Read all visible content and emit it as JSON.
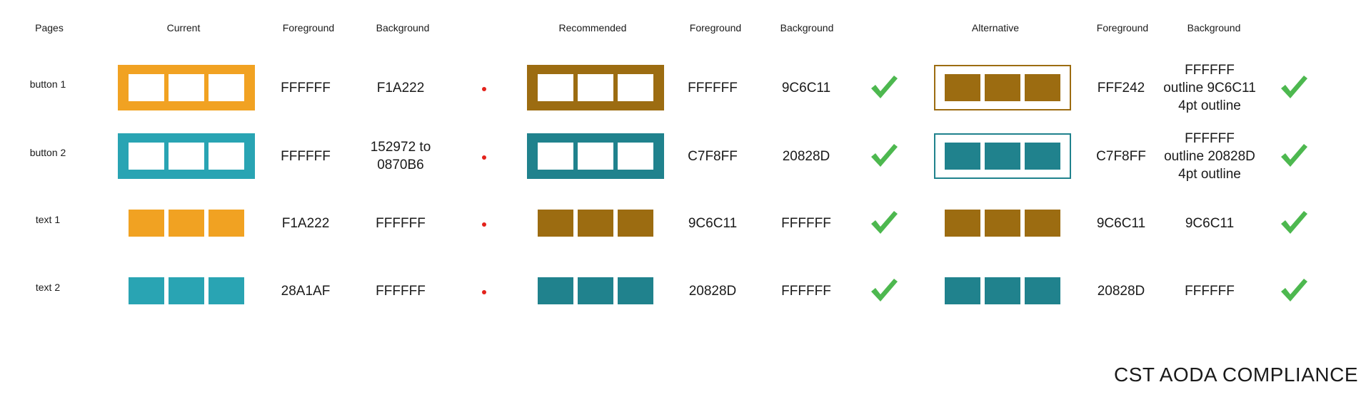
{
  "headers": {
    "pages": "Pages",
    "current": "Current",
    "cur_fg": "Foreground",
    "cur_bg": "Background",
    "recommended": "Recommended",
    "rec_fg": "Foreground",
    "rec_bg": "Background",
    "alternative": "Alternative",
    "alt_fg": "Foreground",
    "alt_bg": "Background"
  },
  "rows": [
    {
      "page": "button 1",
      "cur_fg": "FFFFFF",
      "cur_bg": "F1A222",
      "rec_fg": "FFFFFF",
      "rec_bg": "9C6C11",
      "alt_fg": "FFF242",
      "alt_bg": [
        "FFFFFF",
        "outline 9C6C11",
        "4pt outline"
      ]
    },
    {
      "page": "button 2",
      "cur_fg": "FFFFFF",
      "cur_bg": [
        "152972 to",
        "0870B6"
      ],
      "rec_fg": "C7F8FF",
      "rec_bg": "20828D",
      "alt_fg": "C7F8FF",
      "alt_bg": [
        "FFFFFF",
        "outline 20828D",
        "4pt outline"
      ]
    },
    {
      "page": "text  1",
      "cur_fg": "F1A222",
      "cur_bg": "FFFFFF",
      "rec_fg": "9C6C11",
      "rec_bg": "FFFFFF",
      "alt_fg": "9C6C11",
      "alt_bg": "9C6C11"
    },
    {
      "page": "text 2",
      "cur_fg": "28A1AF",
      "cur_bg": "FFFFFF",
      "rec_fg": "20828D",
      "rec_bg": "FFFFFF",
      "alt_fg": "20828D",
      "alt_bg": "FFFFFF"
    }
  ],
  "swatches": [
    {
      "current": {
        "style": "filled",
        "frame": "#F1A222",
        "square": "#FFFFFF"
      },
      "recommended": {
        "style": "filled",
        "frame": "#9C6C11",
        "square": "#FFFFFF"
      },
      "alternative": {
        "style": "outline",
        "frame": "#9C6C11",
        "square": "#9C6C11"
      }
    },
    {
      "current": {
        "style": "filled",
        "frame": "#29A4B3",
        "square": "#FFFFFF"
      },
      "recommended": {
        "style": "filled",
        "frame": "#20828D",
        "square": "#FFFFFF"
      },
      "alternative": {
        "style": "outline",
        "frame": "#20828D",
        "square": "#20828D"
      }
    },
    {
      "current": {
        "style": "squares",
        "square": "#F1A222"
      },
      "recommended": {
        "style": "squares",
        "square": "#9C6C11"
      },
      "alternative": {
        "style": "squares",
        "square": "#9C6C11"
      }
    },
    {
      "current": {
        "style": "squares",
        "square": "#29A4B3"
      },
      "recommended": {
        "style": "squares",
        "square": "#20828D"
      },
      "alternative": {
        "style": "squares",
        "square": "#20828D"
      }
    }
  ],
  "colors": {
    "fail_dot": "#E3221B",
    "check": "#4DB84F"
  },
  "icons": {
    "fail": "red-dot-icon",
    "pass": "checkmark-icon"
  },
  "footer": "CST AODA COMPLIANCE"
}
